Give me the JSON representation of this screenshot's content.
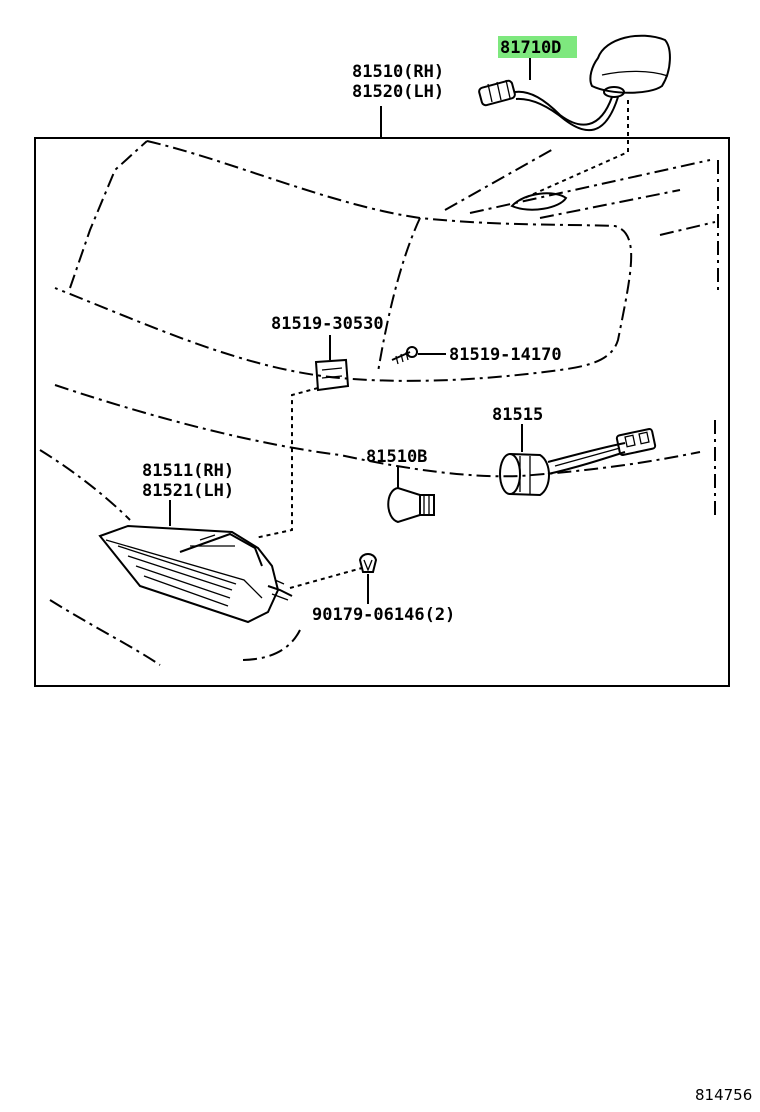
{
  "parts": {
    "p81710D": "81710D",
    "p81510_rh": "81510(RH)",
    "p81520_lh": "81520(LH)",
    "p81519_30530": "81519-30530",
    "p81519_14170": "81519-14170",
    "p81515": "81515",
    "p81511_rh": "81511(RH)",
    "p81521_lh": "81521(LH)",
    "p81510B": "81510B",
    "p90179_06146": "90179-06146(2)"
  },
  "highlight_color": "#7ee87e",
  "reference_number": "814756"
}
